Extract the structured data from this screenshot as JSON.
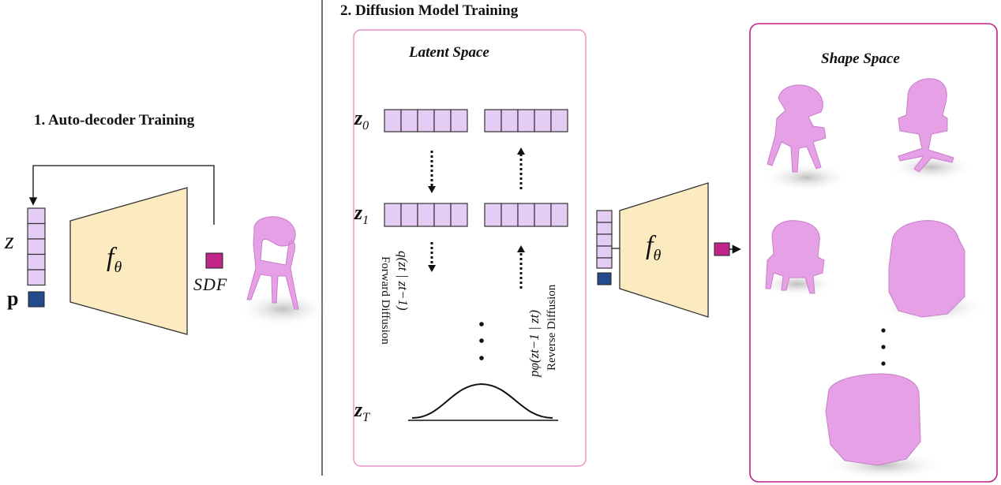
{
  "sections": {
    "autodecoder_title": "1. Auto-decoder Training",
    "diffusion_title": "2. Diffusion Model Training"
  },
  "panels": {
    "latent_title": "Latent Space",
    "shape_title": "Shape Space"
  },
  "symbols": {
    "z": "z",
    "p": "p",
    "sdf": "SDF",
    "f_main": "f",
    "theta": "θ",
    "z0_main": "z",
    "z0_sub": "0",
    "z1_main": "z",
    "z1_sub": "1",
    "zT_main": "z",
    "zT_sub": "T"
  },
  "labels": {
    "forward_eq": "q(zt | zt−1)",
    "forward_text": "Forward Diffusion",
    "reverse_eq": "pφ(zt−1 | zt)",
    "reverse_text": "Reverse Diffusion"
  },
  "colors": {
    "latent_cell": "#e5ccf5",
    "decoder_fill": "#fcebc0",
    "position_block": "#234a8a",
    "sdf_block": "#c0258a",
    "panel_border": "#e98fc6",
    "shape_border": "#c01f84",
    "chair": "#e6a0e6"
  }
}
